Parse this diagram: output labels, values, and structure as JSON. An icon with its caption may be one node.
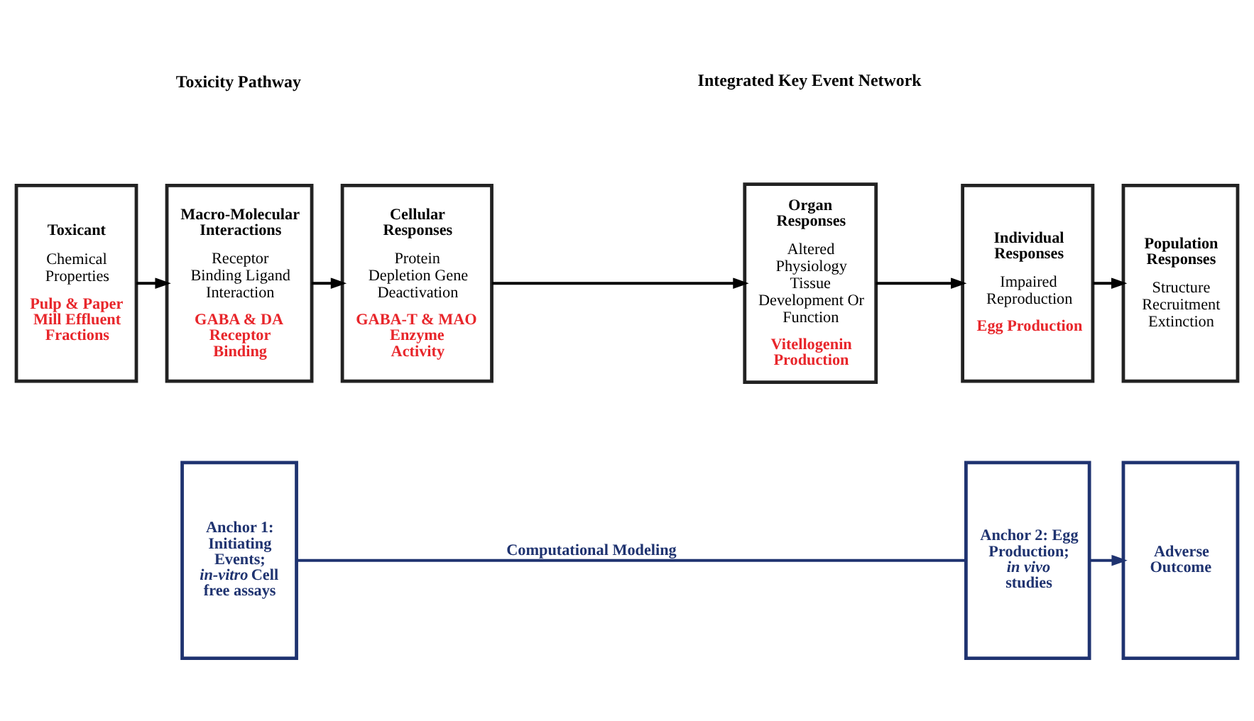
{
  "diagram": {
    "nodes": [
      {
        "text": [
          "Toxicant",
          "Chemical Properties",
          "Pulp & Paper Mill Effluent Fractions"
        ]
      },
      {
        "text": [
          "Macro-Molecular Interactions",
          "Receptor Binding Ligand Interaction",
          "GABA & DA Receptor Binding"
        ]
      },
      {
        "text": [
          "Cellular Responses",
          "Protein Depletion Gene Deactivation",
          "GABA-T & MAO Enzyme Activity"
        ]
      },
      {
        "text": [
          "Organ Responses",
          "Altered Physiology Tissue Development Or Function",
          "Vitellogenin Production"
        ]
      },
      {
        "text": [
          "Individual Responses",
          "Impaired Reproduction",
          "Egg Production"
        ]
      },
      {
        "text": [
          "Population Responses",
          "Structure Recruitment Extinction"
        ]
      },
      {
        "text": [
          "Anchor 1: Initiating Events; *in-vitro* Cell free assays"
        ]
      },
      {
        "text": [
          "Anchor 2: Egg Production; *in vivo* studies"
        ]
      },
      {
        "text": [
          "Adverse Outcome"
        ]
      }
    ],
    "edges": [
      {
        "from": 0,
        "to": 1,
        "arrow": "to"
      },
      {
        "from": 1,
        "to": 2,
        "arrow": "to"
      },
      {
        "from": 2,
        "to": 3,
        "arrow": "to"
      },
      {
        "from": 3,
        "to": 4,
        "arrow": "to"
      },
      {
        "from": 4,
        "to": 5,
        "arrow": "to"
      },
      {
        "from": 6,
        "to": 7,
        "arrow": "none",
        "label": "Computational Modeling",
        "color": "#1f3370"
      },
      {
        "from": 7,
        "to": 8,
        "arrow": "to",
        "color": "#1f3370"
      }
    ],
    "labels": [
      "Toxicity Pathway",
      "Integrated Key Event Network"
    ]
  }
}
